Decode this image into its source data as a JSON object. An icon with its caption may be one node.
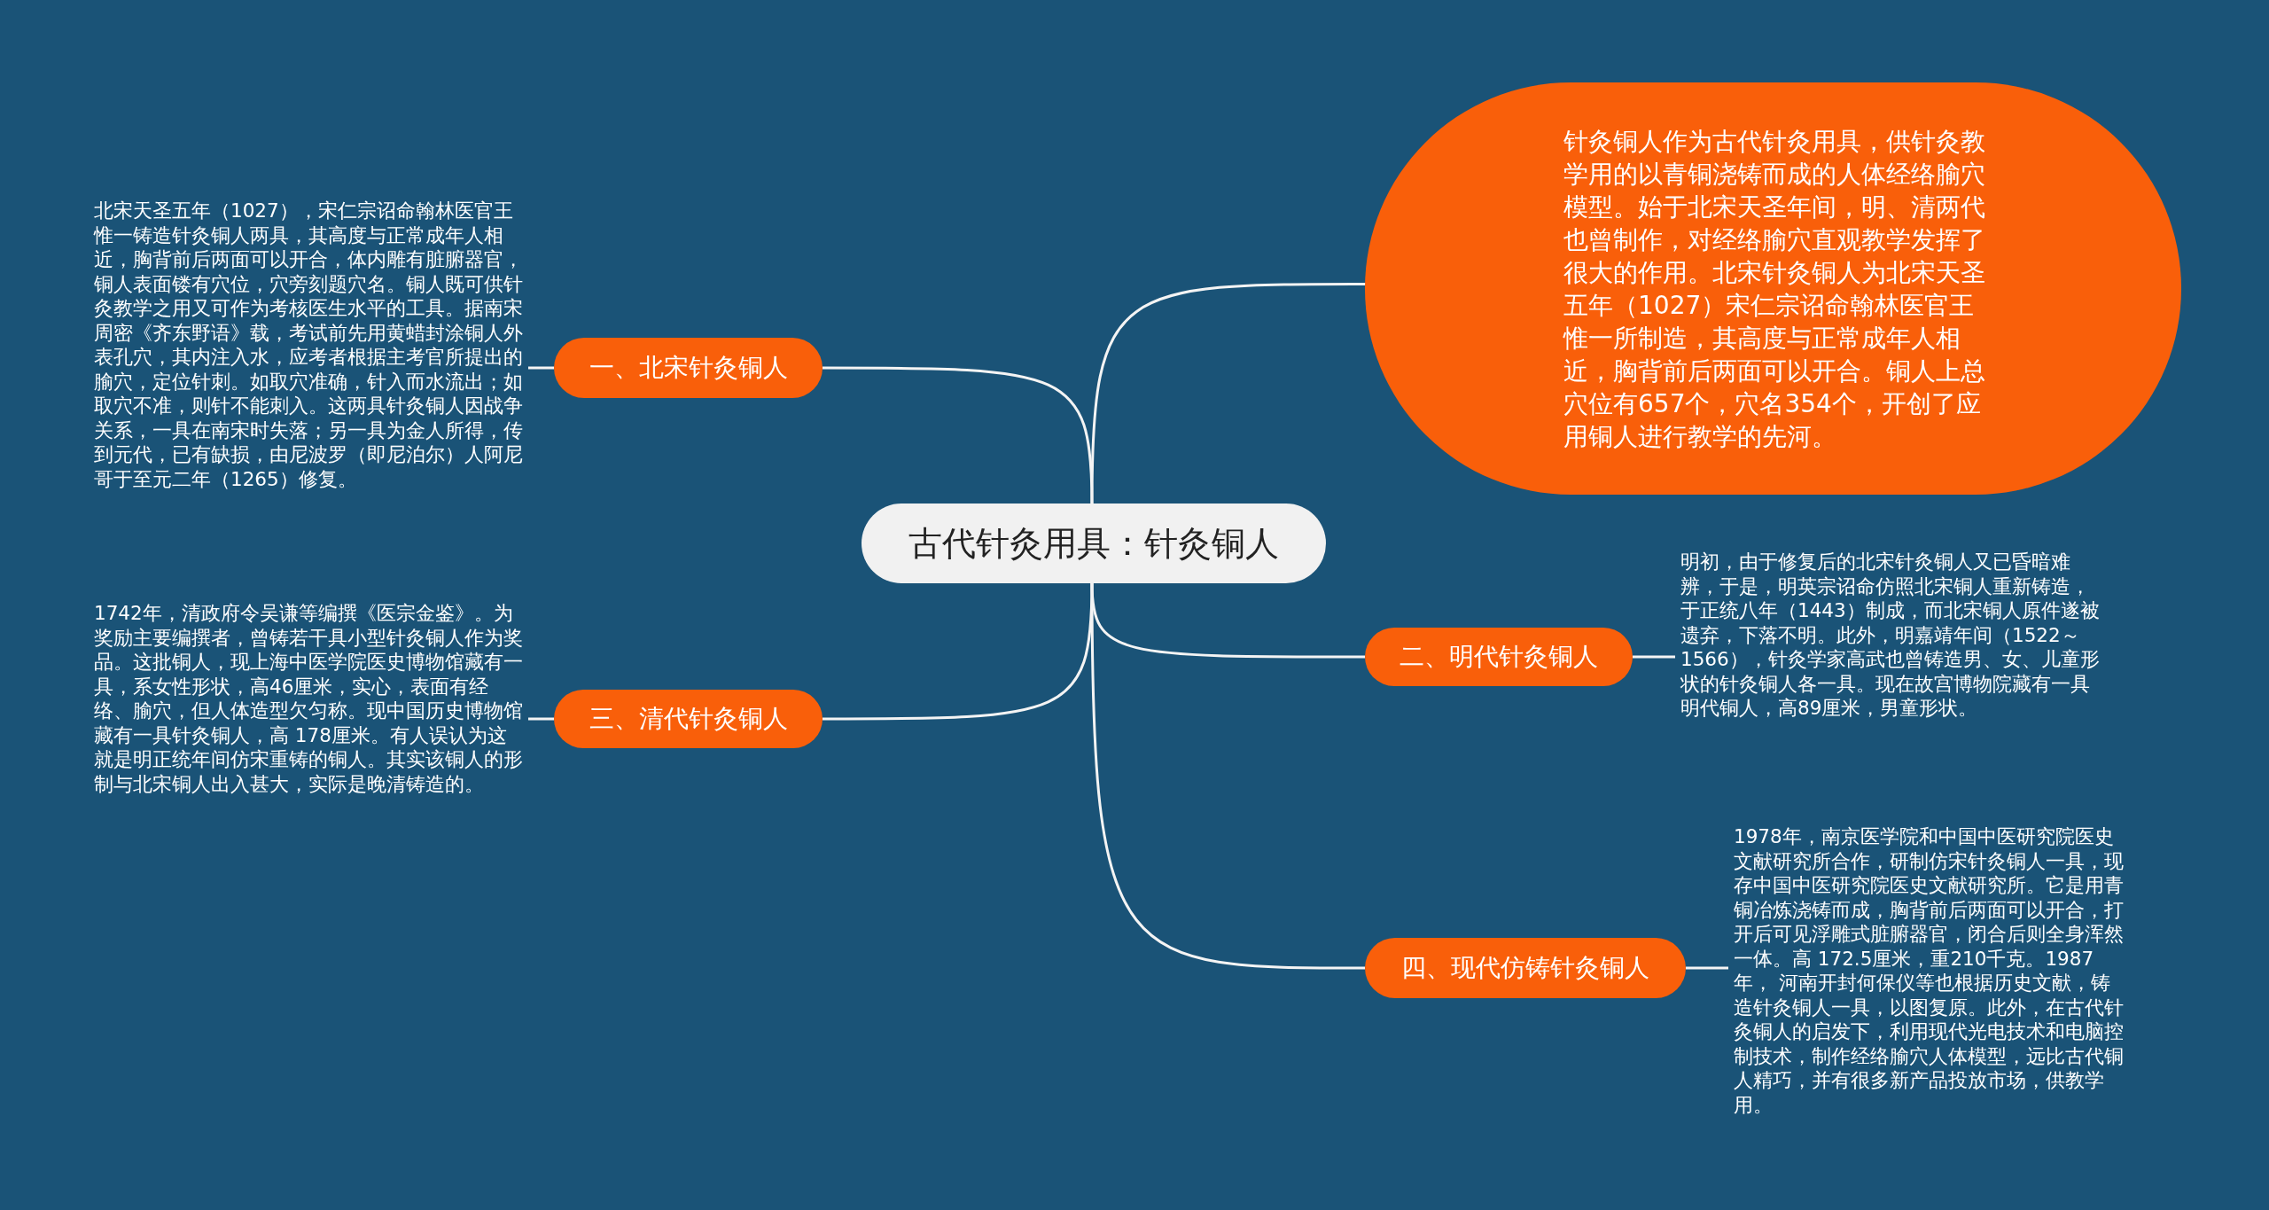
{
  "diagram": {
    "nodes": [
      {
        "text": [
          "古代针灸用具：针灸铜人"
        ]
      },
      {
        "text": [
          "针灸铜人作为古代针灸用具，供针灸教学用的以青铜浇铸而成的人体经络腧穴模型。始于北宋天圣年间，明、清两代也曾制作，对经络腧穴直观教学发挥了很大的作用。北宋针灸铜人为北宋天圣五年（1027）宋仁宗诏命翰林医官王惟一所制造，其高度与正常成年人相近，胸背前后两面可以开合。铜人上总穴位有657个，穴名354个，开创了应用铜人进行教学的先河。"
        ]
      },
      {
        "text": [
          "一、北宋针灸铜人"
        ]
      },
      {
        "text": [
          "北宋天圣五年（1027），宋仁宗诏命翰林医官王惟一铸造针灸铜人两具，其高度与正常成年人相近，胸背前后两面可以开合，体内雕有脏腑器官，铜人表面镂有穴位，穴旁刻题穴名。铜人既可供针灸教学之用又可作为考核医生水平的工具。据南宋周密《齐东野语》载，考试前先用黄蜡封涂铜人外表孔穴，其内注入水，应考者根据主考官所提出的腧穴，定位针刺。如取穴准确，针入而水流出；如取穴不准，则针不能刺入。这两具针灸铜人因战争关系，一具在南宋时失落；另一具为金人所得，传到元代，已有缺损，由尼波罗（即尼泊尔）人阿尼哥于至元二年（1265）修复。"
        ]
      },
      {
        "text": [
          "二、明代针灸铜人"
        ]
      },
      {
        "text": [
          "明初，由于修复后的北宋针灸铜人又已昏暗难辨，于是，明英宗诏命仿照北宋铜人重新铸造，于正统八年（1443）制成，而北宋铜人原件遂被遗弃，下落不明。此外，明嘉靖年间（1522～1566），针灸学家高武也曾铸造男、女、儿童形状的针灸铜人各一具。现在故宫博物院藏有一具明代铜人，高89厘米，男童形状。"
        ]
      },
      {
        "text": [
          "三、清代针灸铜人"
        ]
      },
      {
        "text": [
          "1742年，清政府令吴谦等编撰《医宗金鉴》。为奖励主要编撰者，曾铸若干具小型针灸铜人作为奖品。这批铜人，现上海中医学院医史博物馆藏有一具，系女性形状，高46厘米，实心，表面有经络、腧穴，但人体造型欠匀称。现中国历史博物馆藏有一具针灸铜人，高 178厘米。有人误认为这就是明正统年间仿宋重铸的铜人。其实该铜人的形制与北宋铜人出入甚大，实际是晚清铸造的。"
        ]
      },
      {
        "text": [
          "四、现代仿铸针灸铜人"
        ]
      },
      {
        "text": [
          "1978年，南京医学院和中国中医研究院医史文献研究所合作，研制仿宋针灸铜人一具，现存中国中医研究院医史文献研究所。它是用青铜冶炼浇铸而成，胸背前后两面可以开合，打开后可见浮雕式脏腑器官，闭合后则全身浑然一体。高 172.5厘米，重210千克。1987年， 河南开封何保仪等也根据历史文献，铸造针灸铜人一具，以图复原。此外，在古代针灸铜人的启发下，利用现代光电技术和电脑控制技术，制作经络腧穴人体模型，远比古代铜人精巧，并有很多新产品投放市场，供教学用。"
        ]
      }
    ],
    "edges": [
      {
        "from": 0,
        "to": 1,
        "arrow": "none"
      },
      {
        "from": 0,
        "to": 2,
        "arrow": "none"
      },
      {
        "from": 2,
        "to": 3,
        "arrow": "none"
      },
      {
        "from": 0,
        "to": 4,
        "arrow": "none"
      },
      {
        "from": 4,
        "to": 5,
        "arrow": "none"
      },
      {
        "from": 0,
        "to": 6,
        "arrow": "none"
      },
      {
        "from": 6,
        "to": 7,
        "arrow": "none"
      },
      {
        "from": 0,
        "to": 8,
        "arrow": "none"
      },
      {
        "from": 8,
        "to": 9,
        "arrow": "none"
      }
    ]
  }
}
